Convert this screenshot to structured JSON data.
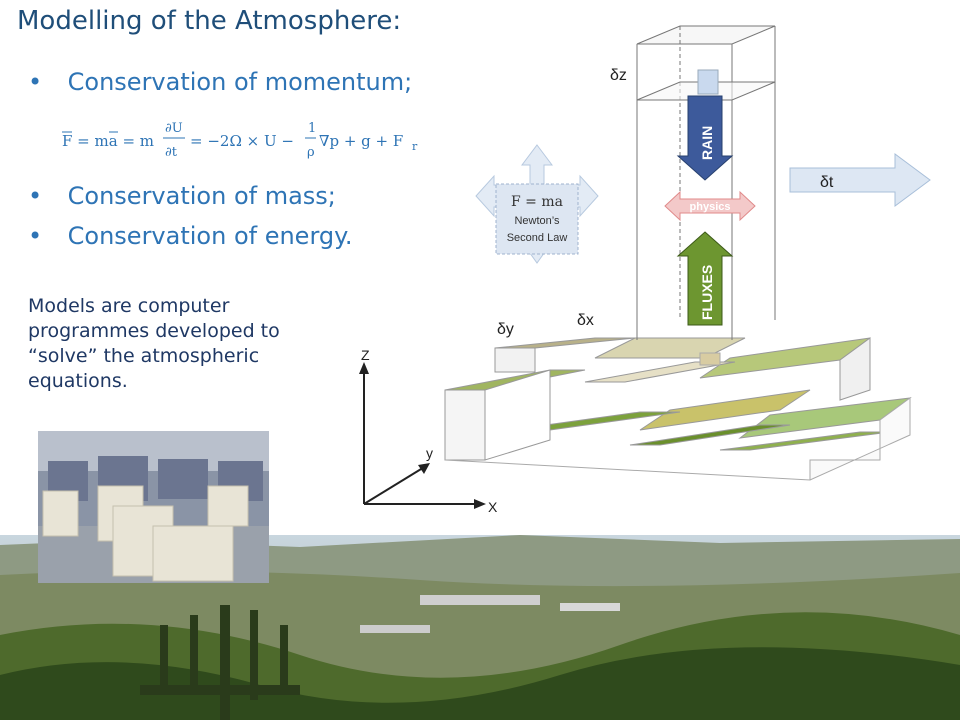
{
  "slide": {
    "title": "Modelling of the Atmosphere:",
    "bullets": [
      "Conservation of momentum;",
      "Conservation of mass;",
      "Conservation of energy."
    ],
    "equation": {
      "lhs": "F = ma = m",
      "frac1_num": "∂U",
      "frac1_den": "∂t",
      "mid": "= −2Ω × U −",
      "frac2_num": "1",
      "frac2_den": "ρ",
      "rhs": "∇p + g + F",
      "sub": "r"
    },
    "models_text": "Models are computer programmes developed to “solve” the atmospheric equations."
  },
  "diagram": {
    "newton_formula": "F = ma",
    "newton_line1": "Newton’s",
    "newton_line2": "Second Law",
    "label_dz": "δz",
    "label_dt": "δt",
    "label_dy": "δy",
    "label_dx": "δx",
    "rain": "RAIN",
    "fluxes": "FLUXES",
    "physics": "physics",
    "axis_z": "Z",
    "axis_y": "y",
    "axis_x": "X"
  }
}
